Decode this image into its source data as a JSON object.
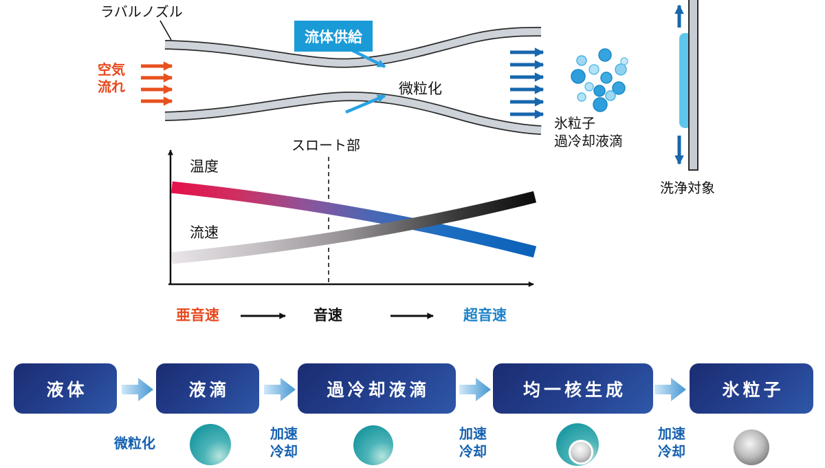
{
  "top_diagram": {
    "nozzle_label": "ラバルノズル",
    "air_flow_line1": "空気",
    "air_flow_line2": "流れ",
    "fluid_supply_label": "流体供給",
    "atomization_label": "微粒化",
    "output_label_line1": "氷粒子",
    "output_label_line2": "過冷却液滴",
    "cleaning_target_label": "洗浄対象"
  },
  "graph": {
    "throat_label": "スロート部",
    "temperature_label": "温度",
    "velocity_label": "流速",
    "x_label_subsonic": "亜音速",
    "x_label_sonic": "音速",
    "x_label_supersonic": "超音速"
  },
  "process": {
    "steps": [
      "液体",
      "液滴",
      "過冷却液滴",
      "均一核生成",
      "氷粒子"
    ],
    "transition_atomization": "微粒化",
    "transition_accel_line1": "加速",
    "transition_accel_line2": "冷却"
  },
  "colors": {
    "air_flow_red": "#e8481c",
    "supply_box_blue": "#1a9bd7",
    "supply_arrow_blue": "#2aa2e2",
    "exit_arrow_blue": "#1766ae",
    "subsonic_red": "#e8491d",
    "supersonic_blue": "#1e82c8",
    "process_label_blue": "#1460b0",
    "step_box_navy": "#1b2c72",
    "nozzle_wall_gray": "#ced3da",
    "plate_gray": "#c6cbd4",
    "deposit_blue": "#5ec6ea"
  },
  "chart_data": {
    "type": "line",
    "title": "",
    "xlabel_sequence": [
      "亜音速",
      "音速",
      "超音速"
    ],
    "annotations": [
      "スロート部"
    ],
    "x_normalized": [
      0,
      0.2,
      0.43,
      0.6,
      0.8,
      1
    ],
    "series": [
      {
        "name": "温度",
        "trend": "decreasing",
        "values_normalized": [
          0.71,
          0.66,
          0.57,
          0.49,
          0.37,
          0.24
        ],
        "color_gradient": [
          "#e5104c",
          "#7a5fa0",
          "#0a62b8"
        ]
      },
      {
        "name": "流速",
        "trend": "increasing",
        "values_normalized": [
          0.19,
          0.24,
          0.35,
          0.45,
          0.55,
          0.64
        ],
        "color_gradient": [
          "#e8e4e8",
          "#949094",
          "#0c0c0c"
        ]
      }
    ],
    "legend_position": "labels-on-curves",
    "grid": false
  }
}
